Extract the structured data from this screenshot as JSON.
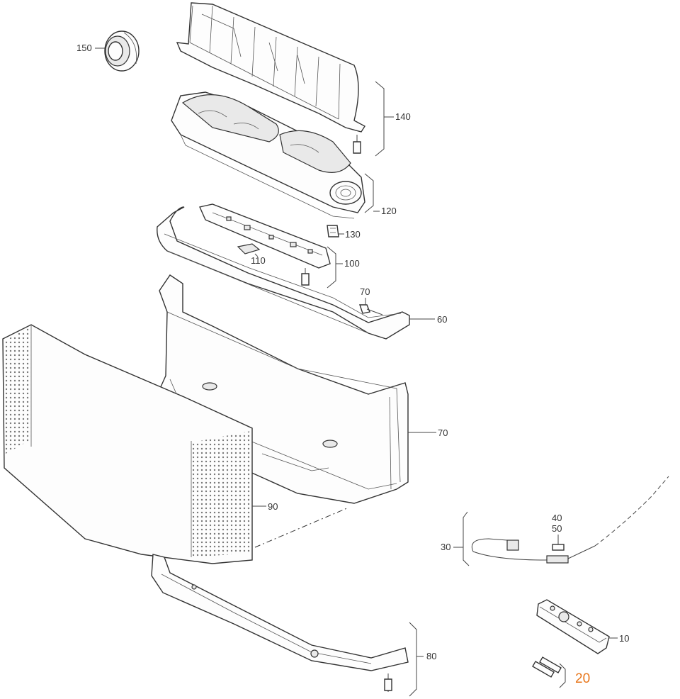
{
  "diagram": {
    "labels": {
      "p150": "150",
      "p140": "140",
      "p120": "120",
      "p130": "130",
      "p110": "110",
      "p100": "100",
      "p70a": "70",
      "p60": "60",
      "p70b": "70",
      "p90": "90",
      "p40": "40",
      "p50": "50",
      "p30": "30",
      "p10": "10",
      "p80": "80",
      "p20": "20"
    },
    "highlight_color": "#e8761a"
  }
}
